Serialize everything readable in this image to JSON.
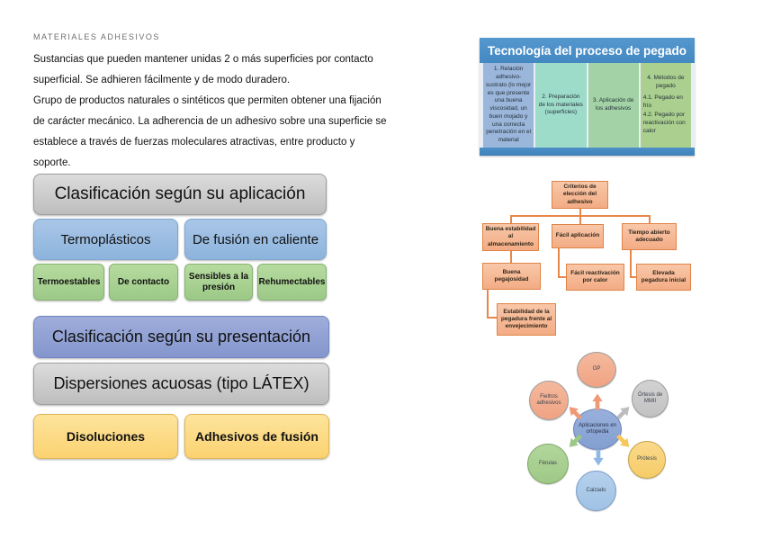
{
  "doc": {
    "heading": "MATERIALES ADHESIVOS",
    "para1": "Sustancias que pueden mantener unidas 2 o más superficies por contacto superficial. Se adhieren fácilmente y de modo duradero.",
    "para2": "Grupo de productos naturales o sintéticos que permiten obtener una fijación de carácter mecánico. La adherencia de un adhesivo sobre una superficie se establece a través de fuerzas moleculares atractivas, entre producto y soporte."
  },
  "app_classification": {
    "title": "Clasificación según su aplicación",
    "level2": [
      {
        "label": "Termoplásticos"
      },
      {
        "label": "De fusión en caliente"
      }
    ],
    "level3": [
      {
        "label": "Termoestables"
      },
      {
        "label": "De contacto"
      },
      {
        "label": "Sensibles a la presión"
      },
      {
        "label": "Rehumectables"
      }
    ]
  },
  "pres_classification": {
    "title": "Clasificación según su presentación",
    "row1": "Dispersiones acuosas (tipo LÁTEX)",
    "row2": [
      {
        "label": "Disoluciones"
      },
      {
        "label": "Adhesivos de fusión"
      }
    ]
  },
  "process_table": {
    "title": "Tecnología del proceso de pegado",
    "col1": "1. Relación adhesivo-sustrato (lo mejor es que presente una buena viscosidad, un buen mojado y una correcta penetración en el material",
    "col2": "2. Preparación de los materiales (superficies)",
    "col3": "3. Aplicación de los adhesivos",
    "col4_title": "4. Métodos de pegado",
    "col4_item1": "4.1. Pegado en frío",
    "col4_item2": "4.2. Pegado por reactivación con calor"
  },
  "criteria": {
    "root": "Criterios de elección del adhesivo",
    "b1": "Buena estabilidad al almacenamiento",
    "b2": "Fácil aplicación",
    "b3": "Tiempo abierto adecuado",
    "c1": "Buena pegajosidad",
    "c2": "Fácil reactivación por calor",
    "c3": "Elevada pegadura inicial",
    "d1": "Estabilidad de la pegadura frente al envejecimiento"
  },
  "radial": {
    "center": "Aplicaciones en ortopedia",
    "top": "OP",
    "top_right": "Órtesis de MMII",
    "bottom_right": "Prótesis",
    "bottom": "Calzado",
    "bottom_left": "Férulas",
    "top_left": "Fieltros adhesivos"
  },
  "colors": {
    "table_header_blue": "#4a8fc8",
    "table_col1": "#9ab6db",
    "table_col2": "#9edcca",
    "table_col3": "#a2d2a5",
    "table_col4": "#aacf8e",
    "flowchart_salmon": "#f3ac84",
    "flowchart_border": "#e08448",
    "box_gray": "#c9c9c9",
    "box_blue": "#8db4dd",
    "box_green": "#9cc987",
    "box_periwinkle": "#8496cd",
    "box_yellow": "#fbd271"
  }
}
